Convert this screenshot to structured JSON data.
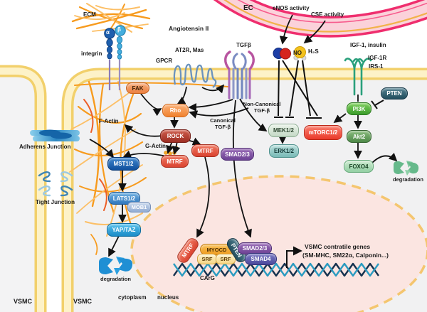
{
  "ec_region": {
    "ec": "EC",
    "enos": "eNOS activity",
    "cse": "CSE activity",
    "no": "NO",
    "h2s": "H₂S"
  },
  "receptors": {
    "ecm": "ECM",
    "integrin": "integrin",
    "integrin_alpha": "α",
    "integrin_beta": "β",
    "angiotensin": "Angiotensin II",
    "at2r_mas": "AT2R, Mas",
    "gpcr": "GPCR",
    "tgfb": "TGFβ",
    "igf": "IGF-1, insulin",
    "igf1r": "IGF-1R",
    "irs1": "IRS-1"
  },
  "nodes": {
    "fak": "FAK",
    "rho": "Rho",
    "rock": "ROCK",
    "mtrf": "MTRF",
    "smad23": "SMAD2/3",
    "smad4": "SMAD4",
    "mek": "MEK1/2",
    "erk": "ERK1/2",
    "mtorc": "mTORC1/2",
    "pten": "PTEN",
    "pi3k": "PI3K",
    "akt2": "Akt2",
    "foxo4": "FOXO4",
    "mst": "MST1/2",
    "lats": "LATS1/2",
    "mob1": "MOB1",
    "yaptaz": "YAP/TAZ",
    "myocd": "MYOCD",
    "srf": "SRF"
  },
  "pathway_labels": {
    "factin": "F-Actin",
    "gactin": "G-Actin",
    "canonical_line1": "Canonical",
    "canonical_line2": "TGF-β",
    "noncanonical_line1": "Non-Canonical",
    "noncanonical_line2": "TGF-β",
    "degradation": "degradation"
  },
  "junctions": {
    "adherens": "Adherens Junction",
    "tight": "Tight Junction"
  },
  "compartments": {
    "cytoplasm": "cytoplasm",
    "nucleus": "nucleus",
    "vsmc": "VSMC",
    "carg": "CArG"
  },
  "genes": {
    "line1": "VSMC contratile genes",
    "line2": "(SM-MHC, SM22α, Calponin...)"
  },
  "colors": {
    "membrane": "#f2d06b",
    "ec_membrane": "#ef2e6e",
    "nucleus_fill": "#fbe5e1",
    "nucleus_border": "#f4c66f",
    "dna_dark": "#16324f",
    "dna_teal": "#2a9bc0"
  }
}
